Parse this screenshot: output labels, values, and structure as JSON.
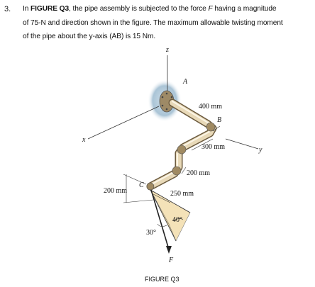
{
  "question": {
    "number": "3.",
    "line1_pre": "In ",
    "figure_ref": "FIGURE Q3",
    "line1_mid": ", the pipe assembly is subjected to the force ",
    "force_symbol": "F",
    "line1_post": " having a magnitude",
    "line2": "of 75-N and direction shown in the figure. The maximum allowable twisting moment",
    "line3": "of the pipe about the y-axis (AB) is 15 Nm."
  },
  "figure": {
    "axis_z": "z",
    "axis_x": "x",
    "axis_y": "y",
    "point_a": "A",
    "point_b": "B",
    "point_c": "C",
    "dim_400": "400 mm",
    "dim_300": "300 mm",
    "dim_200_right": "200 mm",
    "dim_200_left": "200 mm",
    "dim_250": "250 mm",
    "angle_40": "40°",
    "angle_30": "30°",
    "force_label": "F",
    "caption": "FIGURE Q3"
  },
  "colors": {
    "pipe_light": "#f0e4c8",
    "pipe_dark": "#8a7656",
    "wall_blue": "#aac4d6",
    "force_plane": "#f4e2b8"
  }
}
